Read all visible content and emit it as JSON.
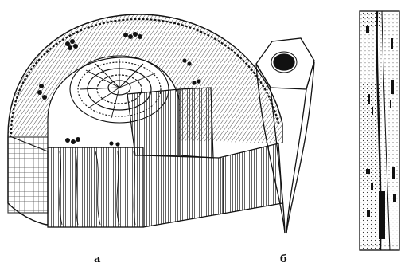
{
  "figure": {
    "panels": [
      {
        "id": "a",
        "label": "а",
        "subject": "stem-cross-section-block"
      },
      {
        "id": "b",
        "label": "б",
        "subject": "fibre-cell"
      },
      {
        "id": "c",
        "label": "",
        "subject": "vessel-strip"
      }
    ],
    "colors": {
      "ink": "#111111",
      "paper": "#ffffff"
    }
  }
}
